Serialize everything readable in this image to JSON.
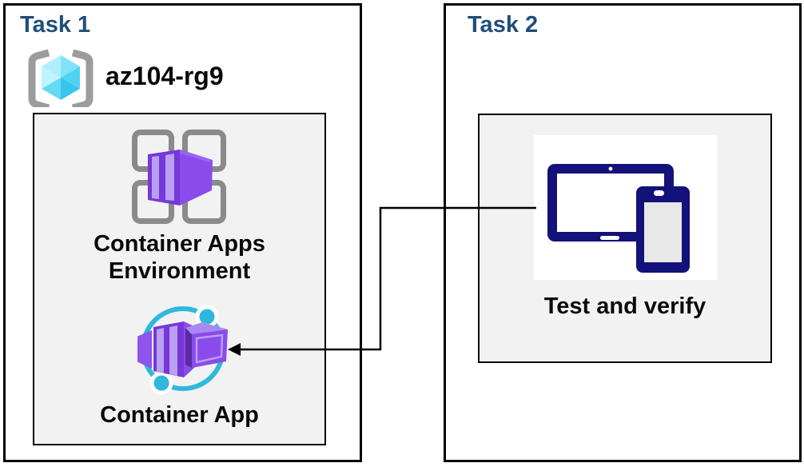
{
  "task1": {
    "title": "Task 1",
    "resource_group_name": "az104-rg9",
    "environment_label_line1": "Container Apps",
    "environment_label_line2": "Environment",
    "app_label": "Container App",
    "icons": {
      "resource_group": "resource-group-icon",
      "environment": "container-apps-environment-icon",
      "app": "container-app-icon"
    }
  },
  "task2": {
    "title": "Task 2",
    "test_label": "Test and verify",
    "icons": {
      "devices": "tablet-and-phone-icon"
    }
  },
  "connector": {
    "direction": "left",
    "from": "tablet-and-phone-icon",
    "to": "container-app-icon"
  },
  "colors": {
    "heading_blue": "#1F4E79",
    "panel_gray": "#F2F2F2",
    "container_purple": "#7638D8",
    "app_cyan": "#2EB8DE",
    "device_navy": "#12127A",
    "bracket_gray": "#9C9C9C",
    "grid_gray": "#8A8A8A",
    "rg_cube_cyan": "#7FE2F8"
  }
}
